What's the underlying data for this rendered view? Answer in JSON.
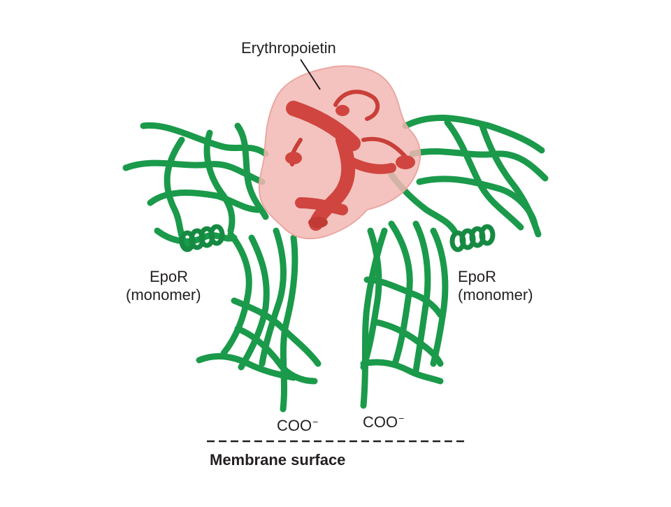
{
  "figure": {
    "colors": {
      "receptor": "#1a9a4a",
      "receptor_dark": "#0e7a36",
      "hormone_surface": "#f2b8b4",
      "hormone_ribbon": "#d0453f",
      "text": "#231f20"
    },
    "labels": {
      "erythropoietin": "Erythropoietin",
      "epor_left_line1": "EpoR",
      "epor_left_line2": "(monomer)",
      "epor_right_line1": "EpoR",
      "epor_right_line2": "(monomer)",
      "coo_left": "COO",
      "coo_right": "COO",
      "coo_charge": "−",
      "membrane": "Membrane surface"
    },
    "icons": {
      "hormone": "protein-ribbon-icon",
      "receptor": "protein-ribbon-icon"
    }
  }
}
